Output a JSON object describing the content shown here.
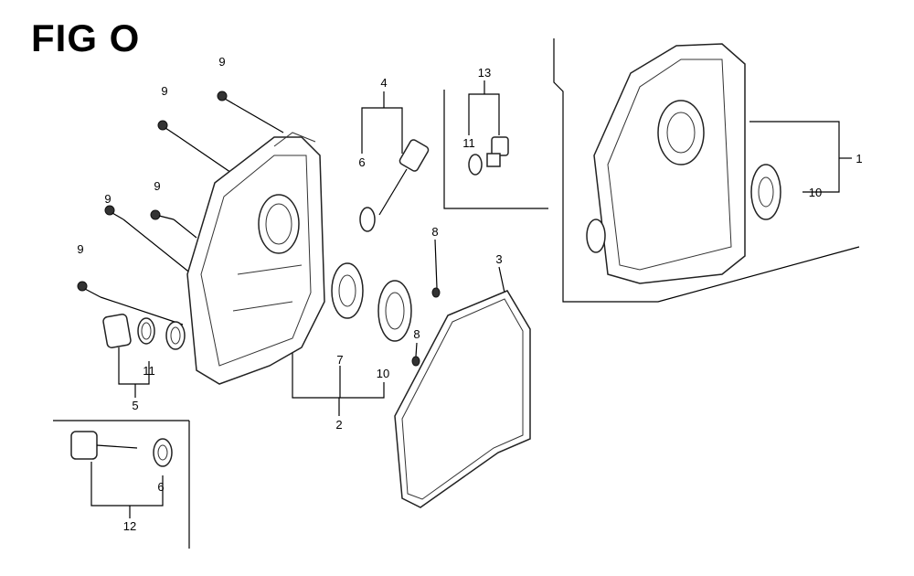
{
  "title": "FIG O",
  "callouts": {
    "bolt_a": "9",
    "bolt_b": "9",
    "bolt_c": "9",
    "bolt_d": "9",
    "bolt_e": "9",
    "dipstick_assy": "4",
    "dipstick_oring": "6",
    "plug_assy": "13",
    "plug_oring": "11",
    "cover_assy": "1",
    "cover_bearing": "10",
    "dowel_a": "8",
    "dowel_b": "8",
    "gasket": "3",
    "oil_seal": "7",
    "bearing": "10",
    "cover_kit": "2",
    "drain_oring": "11",
    "drain_assy": "5",
    "alt_oring": "6",
    "alt_assy": "12"
  }
}
